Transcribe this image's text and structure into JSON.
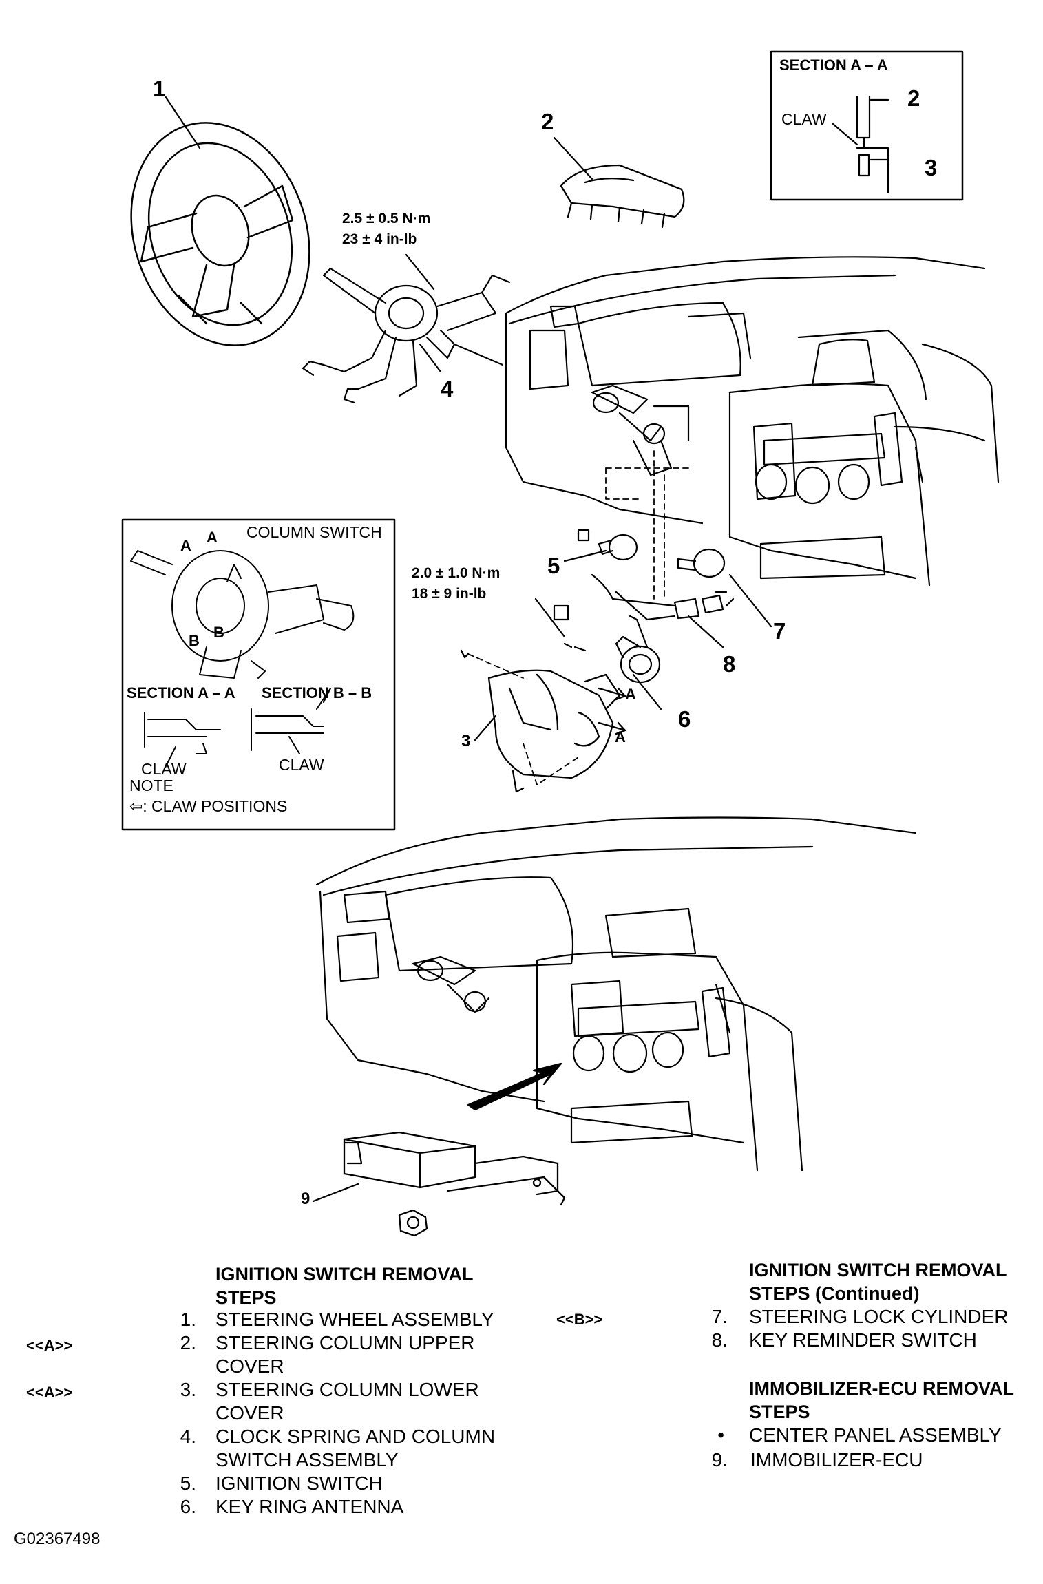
{
  "callouts": {
    "c1": "1",
    "c2": "2",
    "c3": "3",
    "c4": "4",
    "c5": "5",
    "c6": "6",
    "c7": "7",
    "c8": "8",
    "c9": "9",
    "arrow_a_upper": "A",
    "arrow_a_lower": "A"
  },
  "torques": {
    "clock_spring": "2.5 ± 0.5 N·m\n23 ± 4 in-lb",
    "antenna": "2.0 ± 1.0 N·m\n18 ± 9 in-lb"
  },
  "section_box_top": {
    "title": "SECTION A – A",
    "claw": "CLAW",
    "n2": "2",
    "n3": "3"
  },
  "column_box": {
    "column_switch": "COLUMN SWITCH",
    "a1": "A",
    "a2": "A",
    "b1": "B",
    "b2": "B",
    "section_aa": "SECTION A – A",
    "section_bb": "SECTION B – B",
    "claw_left": "CLAW",
    "claw_right": "CLAW",
    "note": "NOTE",
    "claw_positions": "⇦: CLAW POSITIONS"
  },
  "steps_left": {
    "heading_line1": "IGNITION SWITCH REMOVAL",
    "heading_line2": "STEPS",
    "items": [
      {
        "tag": "",
        "num": "1.",
        "line1": "STEERING WHEEL ASSEMBLY",
        "line2": ""
      },
      {
        "tag": "<<A>>",
        "num": "2.",
        "line1": "STEERING COLUMN UPPER",
        "line2": "COVER"
      },
      {
        "tag": "<<A>>",
        "num": "3.",
        "line1": "STEERING COLUMN LOWER",
        "line2": "COVER"
      },
      {
        "tag": "",
        "num": "4.",
        "line1": "CLOCK SPRING AND COLUMN",
        "line2": "SWITCH ASSEMBLY"
      },
      {
        "tag": "",
        "num": "5.",
        "line1": "IGNITION SWITCH",
        "line2": ""
      },
      {
        "tag": "",
        "num": "6.",
        "line1": "KEY RING ANTENNA",
        "line2": ""
      }
    ]
  },
  "steps_right": {
    "heading_line1": "IGNITION SWITCH REMOVAL",
    "heading_line2": "STEPS (Continued)",
    "items": [
      {
        "tag": "<<B>>",
        "num": "7.",
        "line1": "STEERING LOCK CYLINDER"
      },
      {
        "tag": "",
        "num": "8.",
        "line1": "KEY REMINDER SWITCH"
      }
    ],
    "ecu_heading_line1": "IMMOBILIZER-ECU REMOVAL",
    "ecu_heading_line2": "STEPS",
    "ecu_items": [
      {
        "num": "•",
        "line1": "CENTER PANEL ASSEMBLY"
      },
      {
        "num": "9.",
        "line1": "IMMOBILIZER-ECU"
      }
    ]
  },
  "figure_id": "G02367498"
}
